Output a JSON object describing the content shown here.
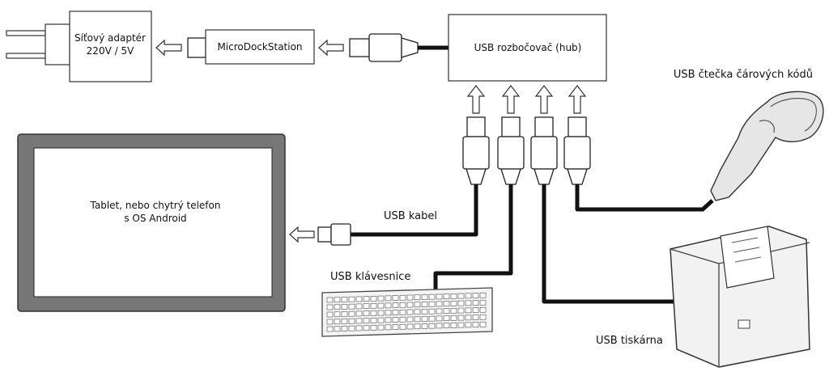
{
  "diagram": {
    "adapter_label": [
      "Síťový adaptér",
      "220V / 5V"
    ],
    "dock_label": "MicroDockStation",
    "hub_label": "USB rozbočovač (hub)",
    "tablet_label": [
      "Tablet, nebo chytrý telefon",
      "s OS Android"
    ],
    "usb_cable_label": "USB kabel",
    "keyboard_label": "USB klávesnice",
    "scanner_label": "USB čtečka čárových kódů",
    "printer_label": "USB tiskárna"
  }
}
